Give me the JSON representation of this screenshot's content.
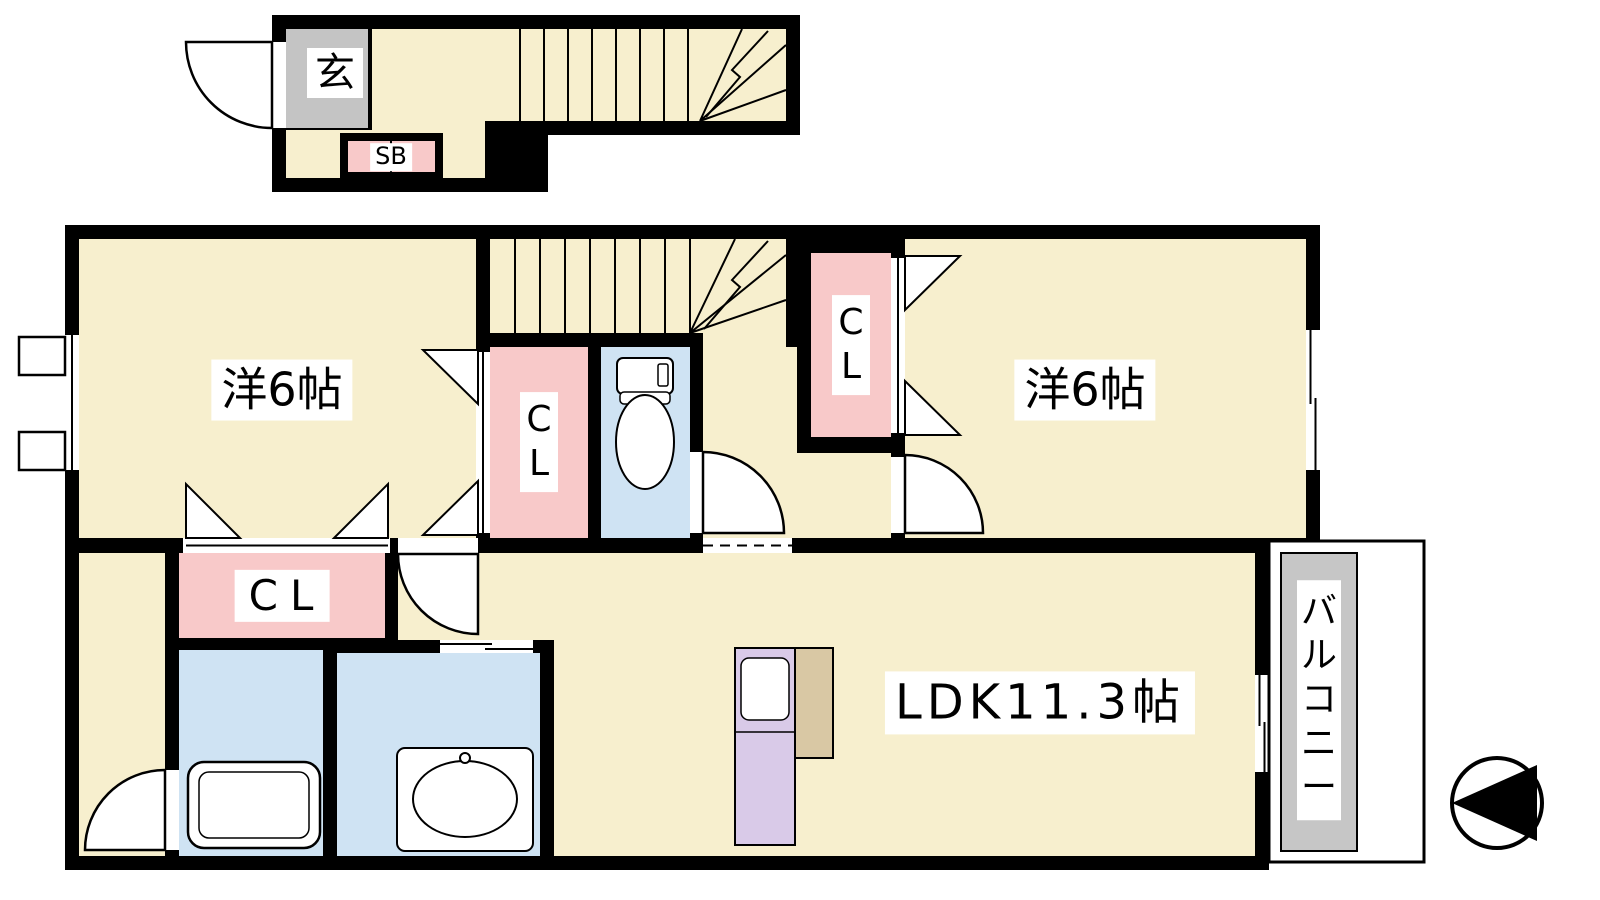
{
  "plan": {
    "labels": {
      "entrance": "玄",
      "shoe_box": "SB",
      "room_left": "洋6帖",
      "closet_center": "CL",
      "closet_right": "CL",
      "closet_bottom": "CL",
      "room_right": "洋6帖",
      "ldk": "LDK11.3帖",
      "balcony": "バルコニー"
    },
    "colors": {
      "wall": "#000000",
      "floor": "#F7EFCE",
      "closet": "#F8C9C9",
      "wet_area": "#CFE3F3",
      "entrance_floor": "#C4C4C4",
      "kitchen_counter": "#D9CAE8",
      "kitchen_partition": "#D9C8A4",
      "balcony_floor": "#C6C6C6"
    },
    "icons": {
      "compass": "north-arrow-triangle"
    }
  }
}
